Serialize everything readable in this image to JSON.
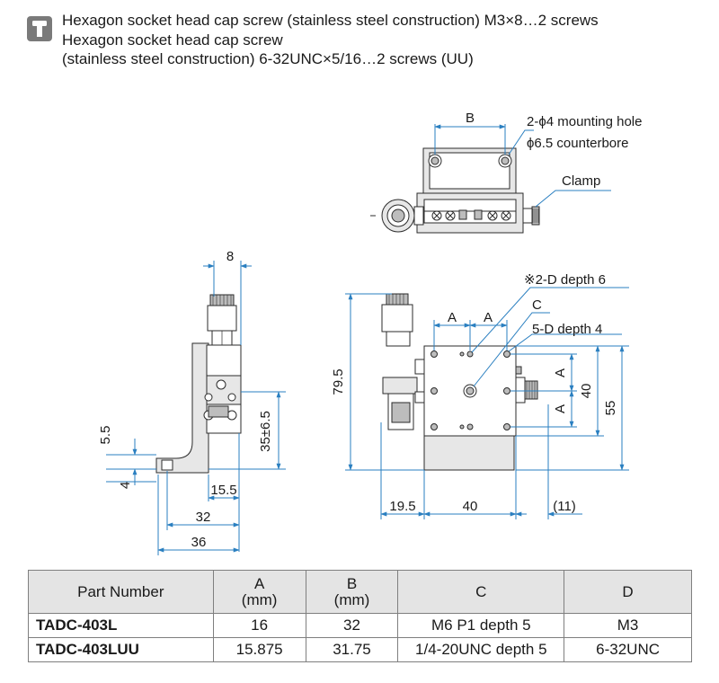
{
  "note": {
    "line1": "Hexagon socket head cap screw (stainless steel construction) M3×8…2 screws",
    "line2": "Hexagon socket head cap screw",
    "line3": "(stainless steel construction) 6-32UNC×5/16…2 screws (UU)"
  },
  "drawing": {
    "top_view": {
      "dim_b": "B",
      "mounting_hole": "2-ϕ4 mounting hole",
      "counterbore": "ϕ6.5 counterbore",
      "clamp": "Clamp"
    },
    "side_view": {
      "dim_8": "8",
      "dim_5_5": "5.5",
      "dim_4": "4",
      "dim_35": "35±6.5",
      "dim_15_5": "15.5",
      "dim_32": "32",
      "dim_36": "36"
    },
    "front_view": {
      "dim_79_5": "79.5",
      "dim_a1": "A",
      "dim_a2": "A",
      "note_2d": "※2-D depth 6",
      "note_c": "C",
      "note_5d": "5-D depth 4",
      "dim_a_v1": "A",
      "dim_a_v2": "A",
      "dim_40v": "40",
      "dim_55": "55",
      "dim_19_5": "19.5",
      "dim_40h": "40",
      "dim_11": "(11)"
    }
  },
  "table": {
    "headers": {
      "part": "Part Number",
      "a": "A",
      "a_unit": "(mm)",
      "b": "B",
      "b_unit": "(mm)",
      "c": "C",
      "d": "D"
    },
    "rows": [
      {
        "part": "TADC-403L",
        "a": "16",
        "b": "32",
        "c": "M6 P1 depth 5",
        "d": "M3"
      },
      {
        "part": "TADC-403LUU",
        "a": "15.875",
        "b": "31.75",
        "c": "1/4-20UNC depth 5",
        "d": "6-32UNC"
      }
    ]
  },
  "colors": {
    "dimension_line": "#2a7fc0",
    "outline": "#2b2b2b",
    "header_bg": "#e4e4e4",
    "icon_bg": "#7a7a7a"
  }
}
